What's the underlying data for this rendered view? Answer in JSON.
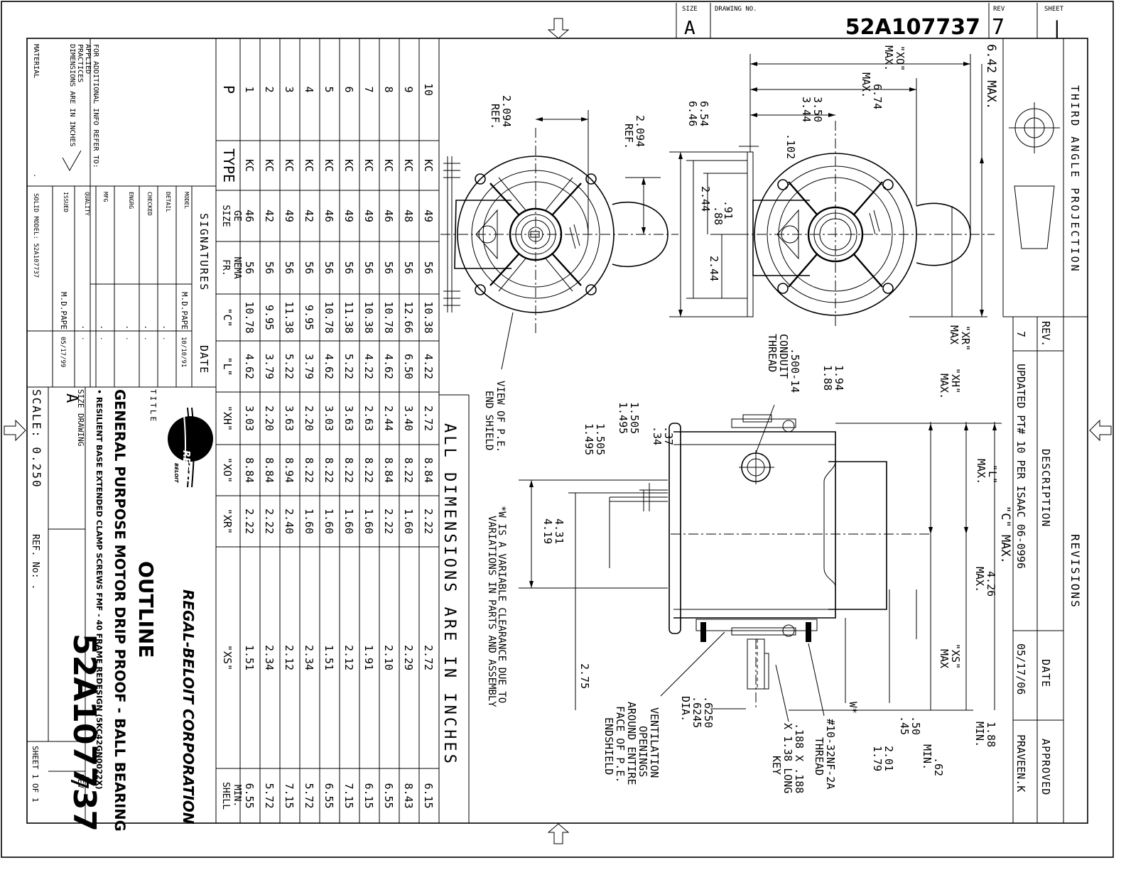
{
  "title_block_top": {
    "size_label": "SIZE",
    "size_value": "A",
    "drawing_no_label": "DRAWING NO.",
    "drawing_no": "52A107737",
    "rev_label": "REV",
    "rev_value": "7",
    "sheet_label": "SHEET",
    "sheet_value": "|"
  },
  "projection_label": "THIRD ANGLE PROJECTION",
  "revisions": {
    "header": "REVISIONS",
    "columns": [
      "REV.",
      "DESCRIPTION",
      "DATE",
      "APPROVED"
    ],
    "rows": [
      {
        "rev": "7",
        "description": "UPDATED PT# 10 PER ISAAC 06-0996",
        "date": "05/17/06",
        "approved": "PRAVEEN.K"
      }
    ]
  },
  "data_table": {
    "headers": [
      "P",
      "TYPE",
      "GE SIZE",
      "NEMA FR.",
      "\"C\"",
      "\"L\"",
      "\"XH\"",
      "\"XO\"",
      "\"XR\"",
      "\"XS\"",
      "MIN. SHELL"
    ],
    "rows": [
      [
        "10",
        "KC",
        "49",
        "56",
        "10.38",
        "4.22",
        "2.72",
        "8.84",
        "2.22",
        "2.72",
        "6.15"
      ],
      [
        "9",
        "KC",
        "48",
        "56",
        "12.66",
        "6.50",
        "3.40",
        "8.22",
        "1.60",
        "2.29",
        "8.43"
      ],
      [
        "8",
        "KC",
        "46",
        "56",
        "10.78",
        "4.62",
        "2.44",
        "8.84",
        "2.22",
        "2.10",
        "6.55"
      ],
      [
        "7",
        "KC",
        "49",
        "56",
        "10.38",
        "4.22",
        "2.63",
        "8.22",
        "1.60",
        "1.91",
        "6.15"
      ],
      [
        "6",
        "KC",
        "49",
        "56",
        "11.38",
        "5.22",
        "3.63",
        "8.22",
        "1.60",
        "2.12",
        "7.15"
      ],
      [
        "5",
        "KC",
        "46",
        "56",
        "10.78",
        "4.62",
        "3.03",
        "8.22",
        "1.60",
        "1.51",
        "6.55"
      ],
      [
        "4",
        "KC",
        "42",
        "56",
        "9.95",
        "3.79",
        "2.20",
        "8.22",
        "1.60",
        "2.34",
        "5.72"
      ],
      [
        "3",
        "KC",
        "49",
        "56",
        "11.38",
        "5.22",
        "3.63",
        "8.94",
        "2.40",
        "2.12",
        "7.15"
      ],
      [
        "2",
        "KC",
        "42",
        "56",
        "9.95",
        "3.79",
        "2.20",
        "8.84",
        "2.22",
        "2.34",
        "5.72"
      ],
      [
        "1",
        "KC",
        "46",
        "56",
        "10.78",
        "4.62",
        "3.03",
        "8.84",
        "2.22",
        "1.51",
        "6.55"
      ]
    ]
  },
  "notes": {
    "all_dimensions": "ALL DIMENSIONS ARE IN INCHES",
    "w_note_1": "*W IS A VARIABLE CLEARANCE DUE TO",
    "w_note_2": "VARIATIONS IN PARTS AND ASSEMBLY",
    "view_label_1": "VIEW OF P.E.",
    "view_label_2": "END SHIELD"
  },
  "left_info": {
    "info_1": "FOR ADDITIONAL INFO REFER TO:",
    "info_2": "APPLIED",
    "info_3": "PRACTICES",
    "info_4": "DIMENSIONS ARE IN INCHES",
    "material_label": "MATERIAL",
    "material_value": ".",
    "solid_model": "SOLID MODEL: 52A107737"
  },
  "signatures": {
    "header": "SIGNATURES",
    "date_header": "DATE",
    "rows": [
      {
        "role": "MODEL",
        "name": "M.D.PAPE",
        "date": "10/10/91"
      },
      {
        "role": "DETAIL",
        "name": ".",
        "date": "."
      },
      {
        "role": "CHECKED",
        "name": ".",
        "date": "."
      },
      {
        "role": "ENGRG",
        "name": ".",
        "date": "."
      },
      {
        "role": "MFG",
        "name": ".",
        "date": "."
      },
      {
        "role": "QUALITY",
        "name": ".",
        "date": "."
      },
      {
        "role": "ISSUED",
        "name": "M.D.PAPE",
        "date": "05/17/99"
      }
    ]
  },
  "title_block": {
    "company": "REGAL-BELOIT CORPORATION",
    "logo_text_1": "REGAL",
    "logo_text_2": "BELOIT",
    "title_label": "TITLE",
    "outline": "OUTLINE",
    "title_1": "GENERAL PURPOSE MOTOR DRIP PROOF - BALL BEARING",
    "title_2": "• RESILIENT BASE EXTENDED CLAMP SCREWS FMF - 40 FRAME REDESIGN (5KC42GN0022X)",
    "size_label": "SIZE",
    "drawing_label": "DRAWING",
    "size_value": "A",
    "drawing_no": "52A107737",
    "rev_label": "REV",
    "rev_value": "7",
    "scale": "SCALE: 0.250",
    "ref_no": "REF. No: .",
    "sheet": "SHEET 1 OF 1"
  },
  "end_view_dims": {
    "ref_a_1": "2.094",
    "ref_a_2": "REF.",
    "ref_b_1": "2.094",
    "ref_b_2": "REF."
  },
  "front_view_dims": {
    "xo_1": "\"XO\"",
    "xo_2": "MAX.",
    "d674_1": "6.74",
    "d674_2": "MAX.",
    "d350": "3.50",
    "d344": "3.44",
    "d102": ".102",
    "d654": "6.54",
    "d646": "6.46",
    "d244a": "2.44",
    "d091": ".91",
    "d088": ".88",
    "d244b": "2.44",
    "d642": "6.42 MAX.",
    "xr_1": "\"XR\"",
    "xr_2": "MAX"
  },
  "side_view_dims": {
    "conduit_1": ".500-14",
    "conduit_2": "CONDUIT",
    "conduit_3": "THREAD",
    "d194": "1.94",
    "d188a": "1.88",
    "xh_1": "\"XH\"",
    "xh_2": "MAX.",
    "l_1": "\"L\"",
    "l_2": "MAX.",
    "c_max": "\"C\" MAX.",
    "d426_1": "4.26",
    "d426_2": "MAX.",
    "xs_1": "\"XS\"",
    "xs_2": "MAX",
    "d188b_1": "1.88",
    "d188b_2": "MIN.",
    "d050": ".50",
    "d045": ".45",
    "d062_1": ".62",
    "d062_2": "MIN.",
    "d201": "2.01",
    "d179": "1.79",
    "w_star": "W*",
    "thread_1": "#10-32NF-2A",
    "thread_2": "THREAD",
    "key_1": ".188 X .188",
    "key_2": "X 1.38 LONG",
    "key_3": "KEY",
    "d6250": ".6250",
    "d6245": ".6245",
    "dia": "DIA.",
    "vent_1": "VENTILATION",
    "vent_2": "OPENINGS",
    "vent_3": "AROUND ENTIRE",
    "vent_4": "FACE OF P.E.",
    "vent_5": "ENDSHIELD",
    "d37": ".37",
    "d34": ".34",
    "d1505a": "1.505",
    "d1495a": "1.495",
    "d1505b": "1.505",
    "d1495b": "1.495",
    "d431": "4.31",
    "d419": "4.19",
    "d275": "2.75"
  }
}
